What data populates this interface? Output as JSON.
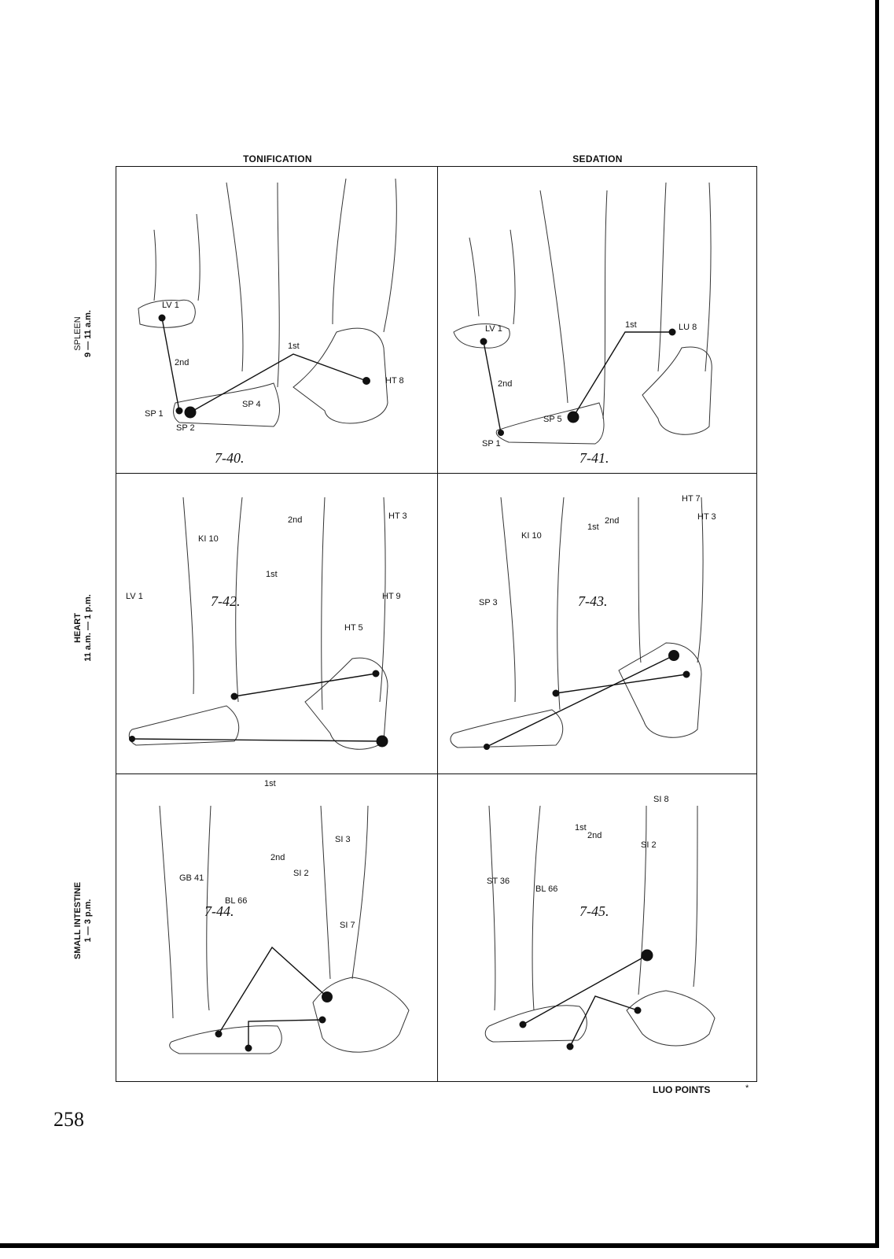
{
  "headers": {
    "tonification": "TONIFICATION",
    "sedation": "SEDATION"
  },
  "rows": {
    "spleen": {
      "title": "SPLEEN",
      "time": "9 — 11 a.m."
    },
    "heart": {
      "title": "HEART",
      "time": "11 a.m. — 1 p.m."
    },
    "small_intestine": {
      "title": "SMALL INTESTINE",
      "time": "1 — 3 p.m."
    }
  },
  "figures": {
    "f40": {
      "number": "7-40.",
      "points": [
        "LV 1",
        "SP 1",
        "SP 2",
        "SP 4",
        "HT 8"
      ],
      "steps": [
        "2nd",
        "1st"
      ]
    },
    "f41": {
      "number": "7-41.",
      "points": [
        "LV 1",
        "SP 1",
        "SP 5",
        "LU 8"
      ],
      "steps": [
        "2nd",
        "1st"
      ]
    },
    "f42": {
      "number": "7-42.",
      "points": [
        "KI 10",
        "HT 3",
        "HT 5",
        "LV 1",
        "HT 9"
      ],
      "steps": [
        "2nd",
        "1st"
      ]
    },
    "f43": {
      "number": "7-43.",
      "points": [
        "KI 10",
        "HT 3",
        "HT 7",
        "SP 3"
      ],
      "steps": [
        "2nd",
        "1st"
      ]
    },
    "f44": {
      "number": "7-44.",
      "points": [
        "SI 7",
        "SI 3",
        "SI 2",
        "GB 41",
        "BL 66"
      ],
      "steps": [
        "1st",
        "2nd"
      ]
    },
    "f45": {
      "number": "7-45.",
      "points": [
        "SI 8",
        "ST 36",
        "SI 2",
        "BL 66"
      ],
      "steps": [
        "1st",
        "2nd"
      ]
    }
  },
  "legend": {
    "label": "LUO POINTS",
    "symbol": "*"
  },
  "page_number": "258",
  "colors": {
    "ink": "#111111",
    "paper": "#ffffff"
  }
}
